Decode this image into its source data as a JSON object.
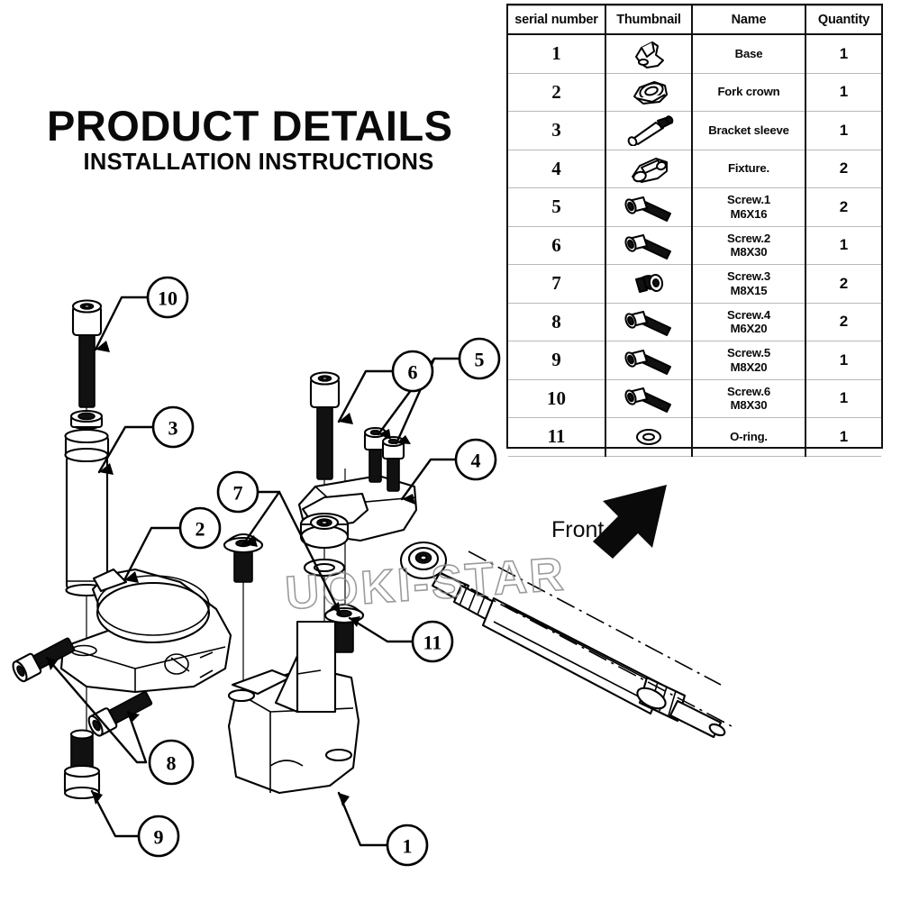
{
  "title": {
    "main": "PRODUCT DETAILS",
    "sub": "INSTALLATION INSTRUCTIONS"
  },
  "front_marker": {
    "label": "Front",
    "icon": "arrow-up-right-icon"
  },
  "watermark": {
    "text": "UOKI-STAR"
  },
  "parts_table": {
    "headers": [
      "serial number",
      "Thumbnail",
      "Name",
      "Quantity"
    ],
    "rows": [
      {
        "serial": "1",
        "thumb": "base-thumb-icon",
        "name_line1": "Base",
        "name_line2": "",
        "qty": "1"
      },
      {
        "serial": "2",
        "thumb": "fork-crown-thumb-icon",
        "name_line1": "Fork crown",
        "name_line2": "",
        "qty": "1"
      },
      {
        "serial": "3",
        "thumb": "sleeve-thumb-icon",
        "name_line1": "Bracket sleeve",
        "name_line2": "",
        "qty": "1"
      },
      {
        "serial": "4",
        "thumb": "fixture-thumb-icon",
        "name_line1": "Fixture.",
        "name_line2": "",
        "qty": "2"
      },
      {
        "serial": "5",
        "thumb": "screw-thumb-icon",
        "name_line1": "Screw.1",
        "name_line2": "M6X16",
        "qty": "2"
      },
      {
        "serial": "6",
        "thumb": "screw-thumb-icon",
        "name_line1": "Screw.2",
        "name_line2": "M8X30",
        "qty": "1"
      },
      {
        "serial": "7",
        "thumb": "button-screw-thumb-icon",
        "name_line1": "Screw.3",
        "name_line2": "M8X15",
        "qty": "2"
      },
      {
        "serial": "8",
        "thumb": "screw-thumb-icon",
        "name_line1": "Screw.4",
        "name_line2": "M6X20",
        "qty": "2"
      },
      {
        "serial": "9",
        "thumb": "screw-thumb-icon",
        "name_line1": "Screw.5",
        "name_line2": "M8X20",
        "qty": "1"
      },
      {
        "serial": "10",
        "thumb": "screw-thumb-icon",
        "name_line1": "Screw.6",
        "name_line2": "M8X30",
        "qty": "1"
      },
      {
        "serial": "11",
        "thumb": "o-ring-thumb-icon",
        "name_line1": "O-ring.",
        "name_line2": "",
        "qty": "1"
      }
    ]
  },
  "callouts": [
    {
      "id": "1",
      "label": "1",
      "target": "base"
    },
    {
      "id": "2",
      "label": "2",
      "target": "fork-crown"
    },
    {
      "id": "3",
      "label": "3",
      "target": "bracket-sleeve"
    },
    {
      "id": "4",
      "label": "4",
      "target": "fixture"
    },
    {
      "id": "5",
      "label": "5",
      "target": "screw-1-m6x16"
    },
    {
      "id": "6",
      "label": "6",
      "target": "screw-2-m8x30"
    },
    {
      "id": "7",
      "label": "7",
      "target": "screw-3-m8x15"
    },
    {
      "id": "8",
      "label": "8",
      "target": "screw-4-m6x20"
    },
    {
      "id": "9",
      "label": "9",
      "target": "screw-5-m8x20"
    },
    {
      "id": "10",
      "label": "10",
      "target": "screw-6-m8x30"
    },
    {
      "id": "11",
      "label": "11",
      "target": "o-ring"
    }
  ]
}
